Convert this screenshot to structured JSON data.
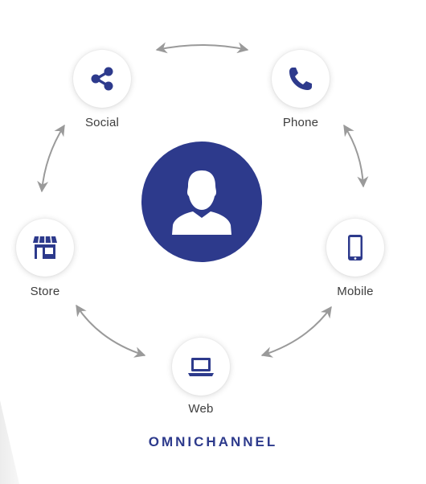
{
  "diagram": {
    "title": "OMNICHANNEL",
    "center_icon": "person-icon",
    "accent_color": "#2d3a8c",
    "arrow_color": "#9a9a9a",
    "nodes": [
      {
        "label": "Social",
        "icon": "share-icon"
      },
      {
        "label": "Phone",
        "icon": "phone-icon"
      },
      {
        "label": "Mobile",
        "icon": "smartphone-icon"
      },
      {
        "label": "Web",
        "icon": "laptop-icon"
      },
      {
        "label": "Store",
        "icon": "storefront-icon"
      }
    ],
    "connections": [
      [
        "Social",
        "Phone"
      ],
      [
        "Phone",
        "Mobile"
      ],
      [
        "Mobile",
        "Web"
      ],
      [
        "Web",
        "Store"
      ],
      [
        "Store",
        "Social"
      ]
    ]
  }
}
